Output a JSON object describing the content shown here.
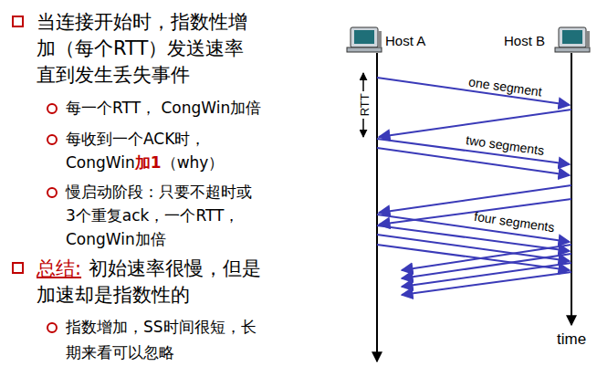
{
  "diagram": {
    "labels": [
      "当连接开始时，指数性增",
      "加（每个RTT）发送速率",
      "直到发生丢失事件",
      "每一个RTT， CongWin加倍",
      "每收到一个ACK时，",
      "CongWin",
      "加1",
      "（why）",
      "慢启动阶段：只要不超时或",
      "3个重复ack，一个RTT，",
      "CongWin加倍",
      "总结:",
      "初始速率很慢，但是",
      "加速却是指数性的",
      "指数增加，SS时间很短，长",
      "期来看可以忽略",
      "Host A",
      "Host B",
      "one segment",
      "two segments",
      "four segments",
      "RTT",
      "time"
    ]
  }
}
